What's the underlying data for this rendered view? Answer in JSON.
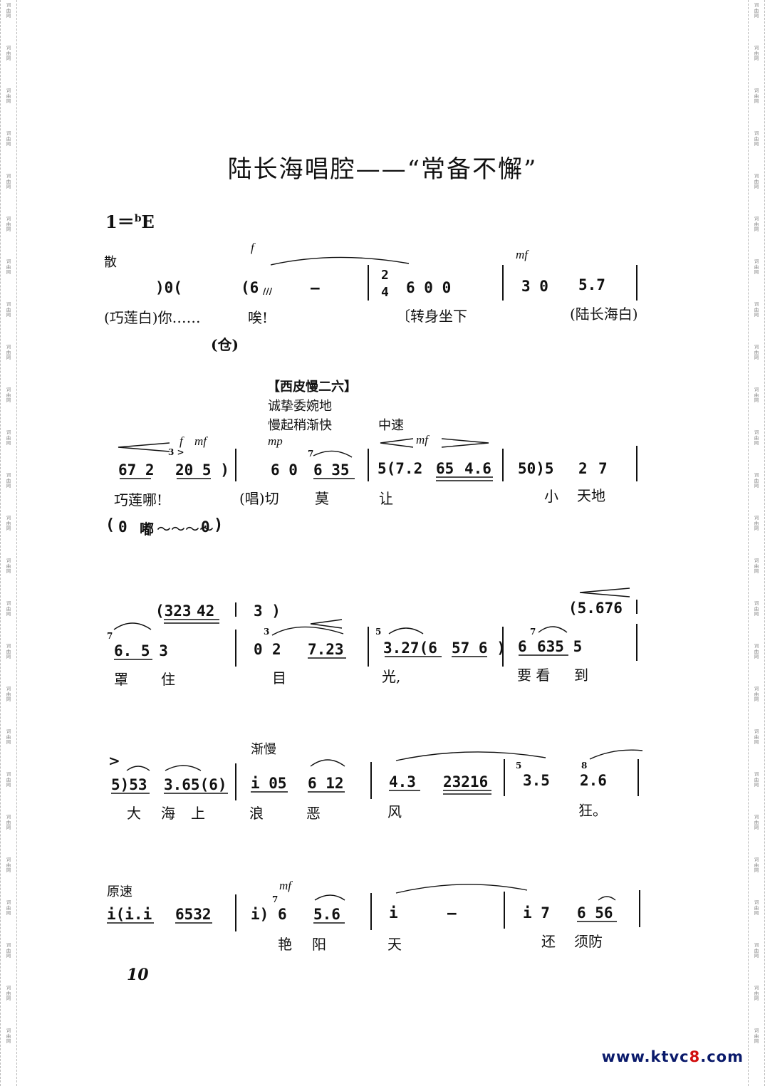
{
  "watermark": "词曲网",
  "title": "陆长海唱腔——“常备不懈”",
  "key_signature": {
    "prefix": "1＝",
    "accidental": "b",
    "note": "E"
  },
  "tempo_marks": {
    "san": "散",
    "xipi": "【西皮慢二六】",
    "mood": "诚挚委婉地",
    "rubato": "慢起稍渐快",
    "medium": "中速",
    "slower": "渐慢",
    "original": "原速"
  },
  "dynamics": {
    "f": "f",
    "mf": "mf",
    "mp": "mp",
    "accent": ">"
  },
  "system1": {
    "notes": {
      "a": ")0(",
      "b": "(6",
      "c": "–",
      "d": "6  0    0",
      "e": "3  0",
      "f": "5.7"
    },
    "time_sig_top": "2",
    "time_sig_bottom": "4",
    "grace": "///",
    "lyrics": {
      "a": "(巧莲白)你……",
      "b": "唉!",
      "c": "〔转身坐下",
      "d": "(陆长海白)"
    },
    "percussion": "(仓)"
  },
  "system2": {
    "notes": {
      "a": "67 2",
      "b": "20 5 )",
      "c": "6  0",
      "d": "6  35",
      "e": "5(7.2",
      "f": "65",
      "g": "4.6",
      "h": "50)5",
      "i": "2",
      "j": "7"
    },
    "graces": {
      "a": "3 >",
      "b": "7"
    },
    "lyrics": {
      "a": "巧莲哪!",
      "b": "(唱)切",
      "c": "莫",
      "d": "让",
      "e": "小",
      "f": "天地"
    },
    "percussion": {
      "open": "(",
      "a": "0",
      "b": "嘟",
      "tremolo": "〜〜〜〜",
      "c": "0",
      "close": ")"
    }
  },
  "system3": {
    "notes": {
      "a": "(323",
      "b": "42",
      "c": "3 )",
      "d": "(5.676",
      "e": "6.  5  3",
      "f": "0",
      "g": "2",
      "h": "7.23",
      "i": "3.27(6",
      "j": "57 6 )",
      "k": "6",
      "l": "635  5"
    },
    "graces": {
      "a": "7",
      "b": "3",
      "c": "5",
      "d": "7"
    },
    "lyrics": {
      "a": "罩",
      "b": "住",
      "c": "目",
      "d": "光,",
      "e": "要 看",
      "f": "到"
    }
  },
  "system4": {
    "notes": {
      "a": "5)53",
      "b": "3.65(6)",
      "c": "i  05",
      "d": "6  12",
      "e": "4.3",
      "f": "23216",
      "g": "3.5",
      "h": "2.6"
    },
    "graces": {
      "a": "5",
      "b": "8"
    },
    "lyrics": {
      "a": "大",
      "b": "海",
      "c": "上",
      "d": "浪",
      "e": "恶",
      "f": "风",
      "g": "狂。"
    }
  },
  "system5": {
    "notes": {
      "a": "i(i.i",
      "b": "6532",
      "c": "i)",
      "d": "6",
      "e": "5.6",
      "f": "i",
      "g": "–",
      "h": "i  7",
      "i": "6  56"
    },
    "graces": {
      "a": "7"
    },
    "lyrics": {
      "a": "艳",
      "b": "阳",
      "c": "天",
      "d": "还",
      "e": "须防"
    }
  },
  "page_number": "10",
  "site": {
    "main": "www.ktvc",
    "accent": "8",
    "tail": ".com"
  }
}
